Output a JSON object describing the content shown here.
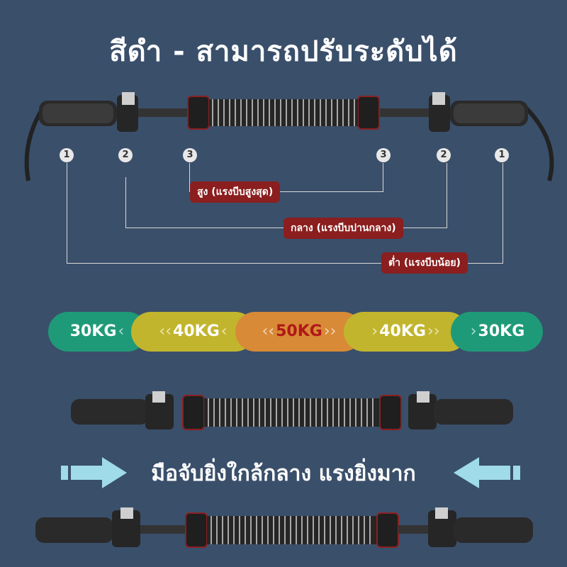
{
  "title": "สีดำ - สามารถปรับระดับได้",
  "markers": [
    "1",
    "2",
    "3",
    "3",
    "2",
    "1"
  ],
  "levels": {
    "high": "สูง (แรงบีบสูงสุด)",
    "mid": "กลาง (แรงบีบปานกลาง)",
    "low": "ต่ำ (แรงบีบน้อย)"
  },
  "weights": [
    "30KG",
    "40KG",
    "50KG",
    "40KG",
    "30KG"
  ],
  "caption": "มือจับยิ่งใกล้กลาง แรงยิ่งมาก",
  "colors": {
    "background": "#3a4f6a",
    "tag": "#8b1e1e",
    "band_30": "#1f9a78",
    "band_40": "#c2b52e",
    "band_50": "#d88a36",
    "label_50": "#b01818"
  }
}
